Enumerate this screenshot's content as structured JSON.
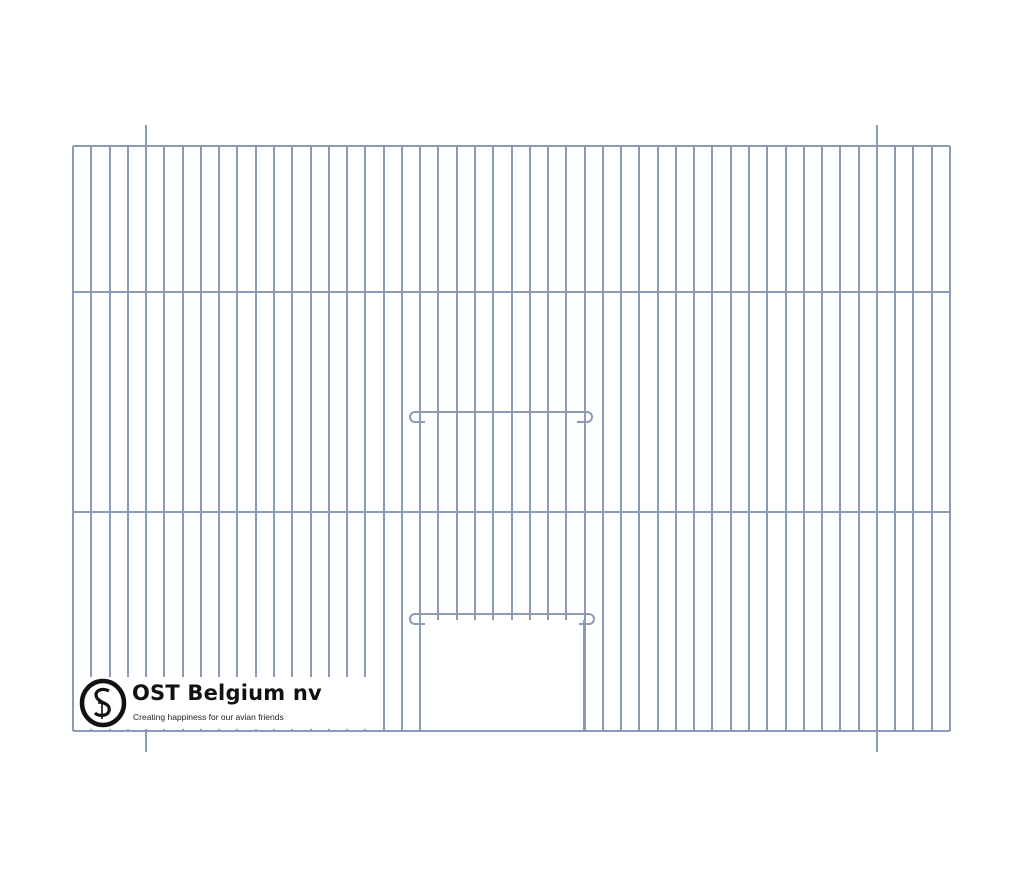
{
  "logo": {
    "mark_letters": "OST",
    "company_name": "OST Belgium nv",
    "tagline": "Creating happiness for our avian friends"
  },
  "colors": {
    "wire": "#8a9bb7",
    "background": "#ffffff",
    "logo_text": "#111111"
  }
}
